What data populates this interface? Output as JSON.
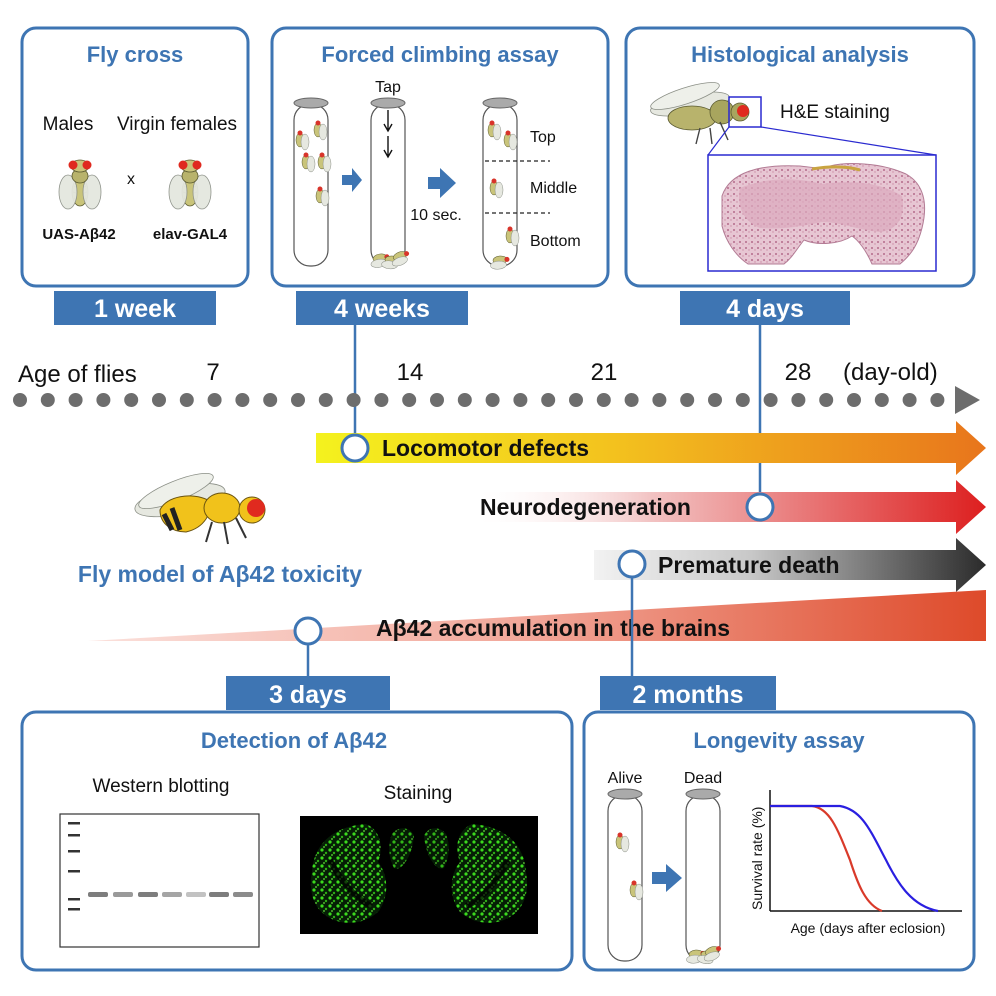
{
  "colors": {
    "panel_border": "#3e75b3",
    "panel_title": "#3e75b3",
    "duration_tab": "#3e75b3",
    "locomotor_start": "#f4f21e",
    "locomotor_end": "#e8751c",
    "neuro_end": "#dd1f1f",
    "death_end": "#2b2b2b",
    "accumulation_end": "#de4a2a",
    "dotted_timeline": "#6d6d6d",
    "curve_red": "#d93a2a",
    "curve_blue": "#2a1fe0",
    "western_bands": "#8c8c8c",
    "staining_green": "#3ee61e"
  },
  "panels": {
    "fly_cross": {
      "title": "Fly cross",
      "males_label": "Males",
      "females_label": "Virgin females",
      "cross_symbol": "x",
      "male_genotype": "UAS-Aβ42",
      "female_genotype": "elav-GAL4",
      "duration": "1 week"
    },
    "climbing": {
      "title": "Forced climbing assay",
      "tap_label": "Tap",
      "time_label": "10 sec.",
      "zones": [
        "Top",
        "Middle",
        "Bottom"
      ],
      "duration": "4 weeks"
    },
    "histology": {
      "title": "Histological analysis",
      "stain_label": "H&E staining",
      "duration": "4 days"
    },
    "detection": {
      "title": "Detection of Aβ42",
      "western_label": "Western blotting",
      "staining_label": "Staining",
      "duration": "3 days"
    },
    "longevity": {
      "title": "Longevity assay",
      "alive_label": "Alive",
      "dead_label": "Dead",
      "y_axis": "Survival rate (%)",
      "x_axis": "Age (days after eclosion)",
      "duration": "2 months"
    }
  },
  "timeline": {
    "label": "Age of flies",
    "ticks": [
      "7",
      "14",
      "21",
      "28"
    ],
    "unit": "(day-old)"
  },
  "bars": {
    "locomotor": "Locomotor defects",
    "neuro": "Neurodegeneration",
    "death": "Premature death",
    "accumulation": "Aβ42 accumulation in the brains"
  },
  "model_label": "Fly model of Aβ42 toxicity",
  "icons": [
    "fly-icon",
    "vial-icon",
    "arrow-icon",
    "brain-section-icon",
    "magnifier-box-icon"
  ]
}
